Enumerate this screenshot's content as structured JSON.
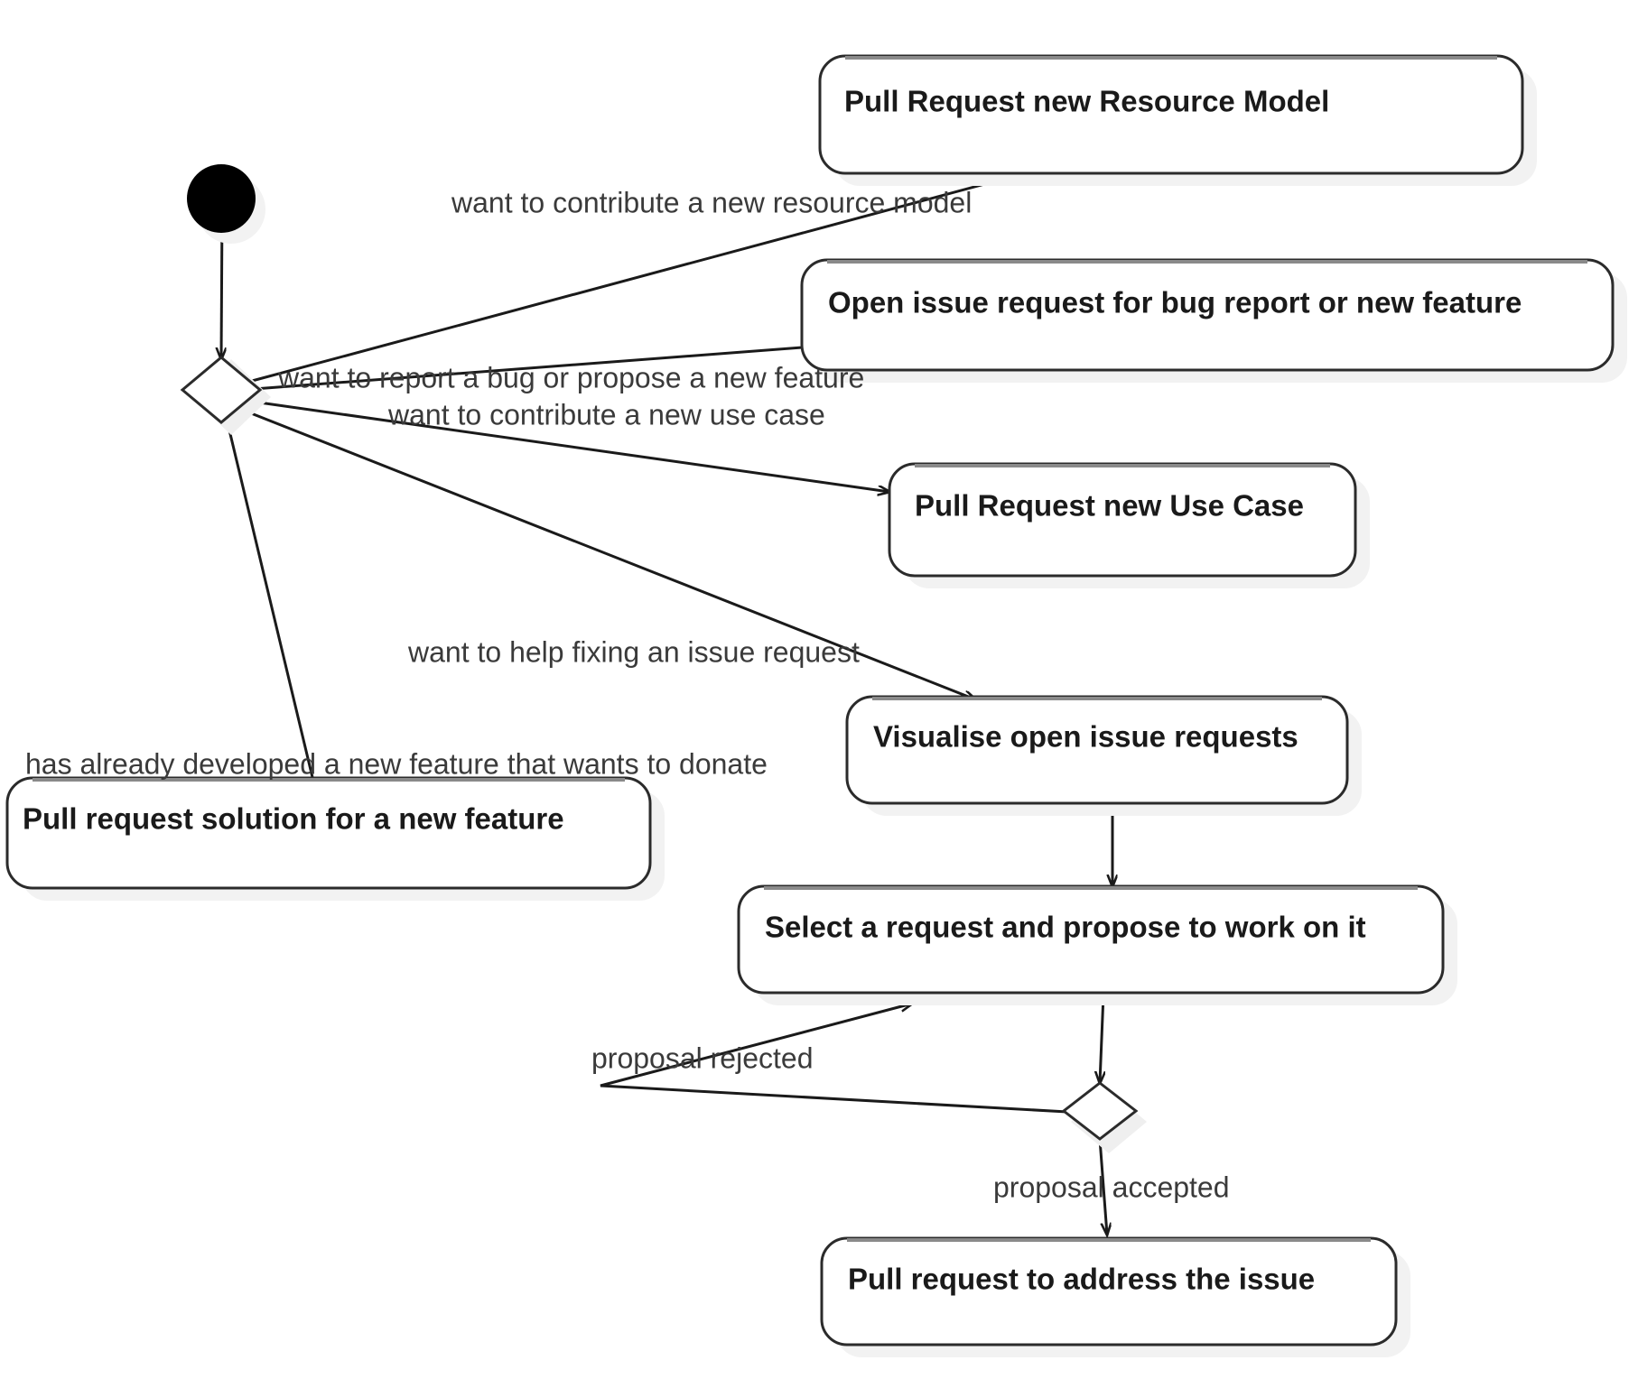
{
  "diagram": {
    "title": "Contribution workflow activity diagram",
    "type": "uml-activity-diagram",
    "background_color": "#ffffff",
    "line_color": "#1a1a1a",
    "node_fill": "#ffffff",
    "node_stroke": "#2b2b2b",
    "shadow_color": "#f2f2f2"
  },
  "start_node": {
    "name": "initial-node",
    "shape": "filled-circle"
  },
  "decisions": [
    {
      "id": "decision-1",
      "name": "contributor-intent-decision",
      "shape": "diamond"
    },
    {
      "id": "decision-2",
      "name": "proposal-outcome-decision",
      "shape": "diamond"
    }
  ],
  "nodes": [
    {
      "id": "node-pr-resource-model",
      "label": "Pull Request new Resource Model"
    },
    {
      "id": "node-open-issue-request",
      "label": "Open issue request for bug report or new feature"
    },
    {
      "id": "node-pr-use-case",
      "label": "Pull Request new Use Case"
    },
    {
      "id": "node-visualise-issues",
      "label": "Visualise open issue requests"
    },
    {
      "id": "node-pr-solution-feature",
      "label": "Pull request solution for a new feature"
    },
    {
      "id": "node-select-request",
      "label": "Select a request and propose to work on it"
    },
    {
      "id": "node-pr-address-issue",
      "label": "Pull request to address the issue"
    }
  ],
  "edge_labels": [
    {
      "id": "edge-label-resource-model",
      "text": "want to contribute a new resource model"
    },
    {
      "id": "edge-label-bug-feature",
      "text": "want to report a bug or propose a new feature"
    },
    {
      "id": "edge-label-use-case",
      "text": "want to contribute a new use case"
    },
    {
      "id": "edge-label-help-fixing",
      "text": "want to help fixing an issue request"
    },
    {
      "id": "edge-label-already-developed",
      "text": "has already developed a new feature that wants to donate"
    },
    {
      "id": "edge-label-proposal-rejected",
      "text": "proposal rejected"
    },
    {
      "id": "edge-label-proposal-accepted",
      "text": "proposal accepted"
    }
  ]
}
